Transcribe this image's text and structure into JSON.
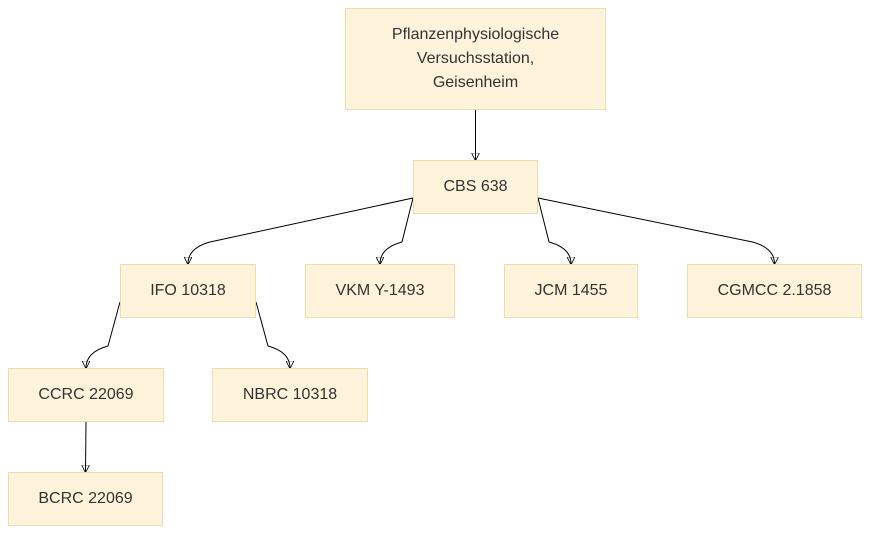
{
  "colors": {
    "node_fill": "#fff3db",
    "node_border": "#ecdcae",
    "text": "#333333",
    "edge": "#000000"
  },
  "nodes": {
    "root": "Pflanzenphysiologische\nVersuchsstation,\nGeisenheim",
    "cbs": "CBS 638",
    "ifo": "IFO 10318",
    "vkm": "VKM Y-1493",
    "jcm": "JCM 1455",
    "cgmcc": "CGMCC 2.1858",
    "ccrc": "CCRC 22069",
    "nbrc": "NBRC 10318",
    "bcrc": "BCRC 22069"
  },
  "edges": [
    {
      "from": "root",
      "to": "cbs"
    },
    {
      "from": "cbs",
      "to": "ifo"
    },
    {
      "from": "cbs",
      "to": "vkm"
    },
    {
      "from": "cbs",
      "to": "jcm"
    },
    {
      "from": "cbs",
      "to": "cgmcc"
    },
    {
      "from": "ifo",
      "to": "ccrc"
    },
    {
      "from": "ifo",
      "to": "nbrc"
    },
    {
      "from": "ccrc",
      "to": "bcrc"
    }
  ]
}
